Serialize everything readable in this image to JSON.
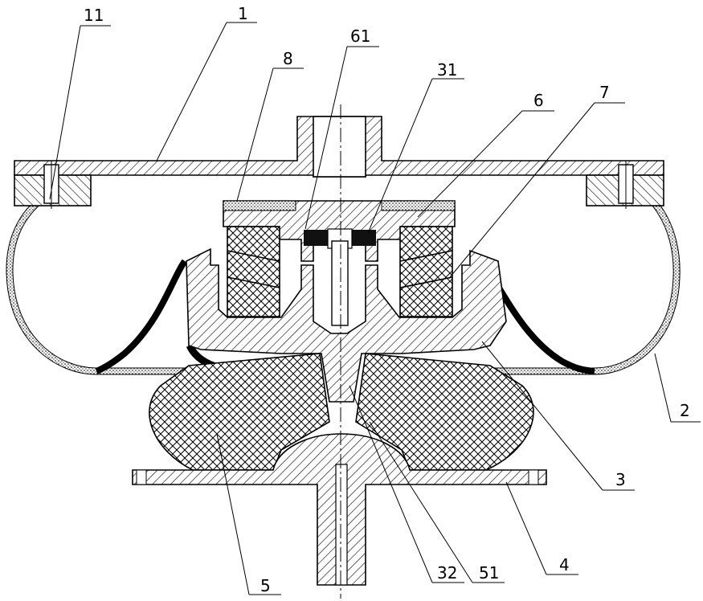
{
  "callouts": [
    {
      "id": "11",
      "text": "11"
    },
    {
      "id": "1",
      "text": "1"
    },
    {
      "id": "8",
      "text": "8"
    },
    {
      "id": "61",
      "text": "61"
    },
    {
      "id": "31",
      "text": "31"
    },
    {
      "id": "6",
      "text": "6"
    },
    {
      "id": "7",
      "text": "7"
    },
    {
      "id": "2",
      "text": "2"
    },
    {
      "id": "3",
      "text": "3"
    },
    {
      "id": "4",
      "text": "4"
    },
    {
      "id": "5",
      "text": "5"
    },
    {
      "id": "32",
      "text": "32"
    },
    {
      "id": "51",
      "text": "51"
    }
  ]
}
